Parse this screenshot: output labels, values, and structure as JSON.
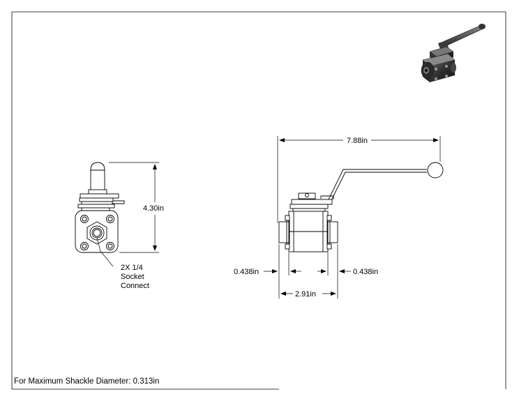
{
  "drawing": {
    "dimensions": {
      "height": "4.30in",
      "overall_length": "7.88in",
      "end_left": "0.438in",
      "end_right": "0.438in",
      "body_length": "2.91in"
    },
    "callout": {
      "line1": "2X 1/4",
      "line2": "Socket",
      "line3": "Connect"
    },
    "footer_note": "For Maximum Shackle Diameter: 0.313in"
  }
}
